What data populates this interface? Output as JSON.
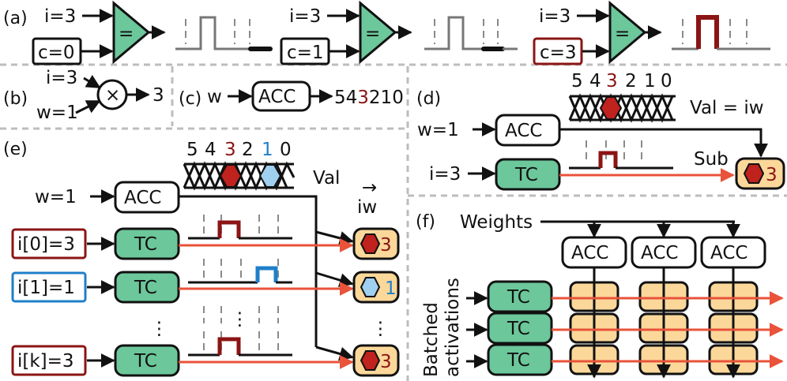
{
  "panels": {
    "a": "(a)",
    "b": "(b)",
    "c": "(c)",
    "d": "(d)",
    "e": "(e)",
    "f": "(f)"
  },
  "a": {
    "i_label": "i=3",
    "comparator_symbol": "=",
    "c_values": [
      "c=0",
      "c=1",
      "c=3"
    ]
  },
  "b": {
    "i": "i=3",
    "w": "w=1",
    "op": "×",
    "out": "3"
  },
  "c": {
    "w": "w",
    "acc": "ACC",
    "seq_before": "54",
    "seq_hl": "3",
    "seq_after": "210"
  },
  "d": {
    "counts": [
      "5",
      "4",
      "3",
      "2",
      "1",
      "0"
    ],
    "val_eq": "Val = iw",
    "w": "w=1",
    "acc": "ACC",
    "i": "i=3",
    "tc": "TC",
    "sub": "Sub",
    "out": "3"
  },
  "e": {
    "counts": [
      "5",
      "4",
      "3",
      "2",
      "1",
      "0"
    ],
    "val": "Val",
    "arrow": "→",
    "iw": "iw",
    "w": "w=1",
    "acc": "ACC",
    "inputs": [
      "i[0]=3",
      "i[1]=1",
      "i[k]=3"
    ],
    "tc": "TC",
    "outs": [
      "3",
      "1",
      "3"
    ],
    "dots": "⋮"
  },
  "f": {
    "weights": "Weights",
    "acc": "ACC",
    "tc": "TC",
    "batched": "Batched",
    "activations": "activations"
  },
  "colors": {
    "tc_green": "#6cc79a",
    "cell_orange": "#fbd89a",
    "dark_red": "#8b1414",
    "blue": "#1f7fc9",
    "line_red": "#e8533a"
  }
}
